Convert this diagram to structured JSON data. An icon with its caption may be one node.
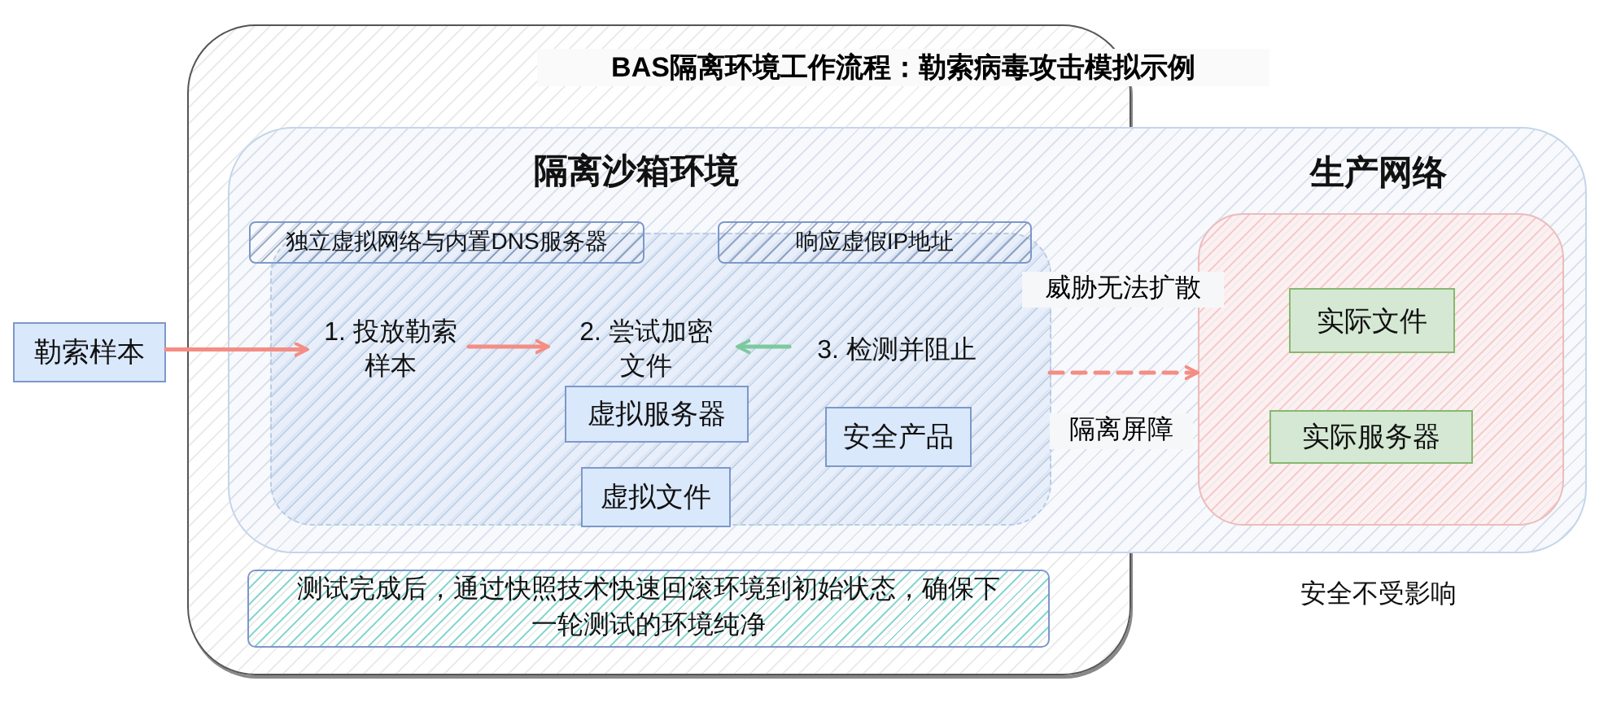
{
  "diagram": {
    "title": "BAS隔离环境工作流程：勒索病毒攻击模拟示例",
    "nodes": [
      {
        "text": [
          "隔离沙箱环境"
        ]
      },
      {
        "text": [],
        "shape": "box",
        "in": 0
      },
      {
        "text": [
          "独立虚拟网络与内置DNS服务器"
        ],
        "in": 0
      },
      {
        "text": [
          "响应虚假IP地址"
        ],
        "in": 0
      },
      {
        "text": [
          "勒索样本"
        ]
      },
      {
        "text": [
          "1. 投放勒索样本"
        ],
        "in": 1
      },
      {
        "text": [
          "2. 尝试加密文件"
        ],
        "in": 1
      },
      {
        "text": [
          "3. 检测并阻止"
        ],
        "in": 1
      },
      {
        "text": [
          "虚拟服务器"
        ],
        "in": 1
      },
      {
        "text": [
          "安全产品"
        ],
        "in": 1
      },
      {
        "text": [
          "虚拟文件"
        ],
        "in": 1
      },
      {
        "text": [
          "生产网络"
        ],
        "in": 0,
        "beside": [
          "安全不受影响"
        ]
      },
      {
        "text": [
          "实际文件"
        ],
        "in": 11
      },
      {
        "text": [
          "实际服务器"
        ],
        "in": 11
      },
      {
        "text": [
          "测试完成后，通过快照技术快速回滚环境到初始状态，确保下一轮测试的环境纯净"
        ]
      }
    ],
    "edges": [
      {
        "from": 4,
        "to": 5,
        "arrow": "to"
      },
      {
        "from": 5,
        "to": 6,
        "arrow": "to"
      },
      {
        "from": 7,
        "to": 6,
        "arrow": "to",
        "color": "#7cc9a0"
      },
      {
        "from": 1,
        "to": 11,
        "arrow": "to",
        "style": "dashed",
        "label": "威胁无法扩散"
      }
    ],
    "labels": [
      "隔离屏障"
    ]
  }
}
